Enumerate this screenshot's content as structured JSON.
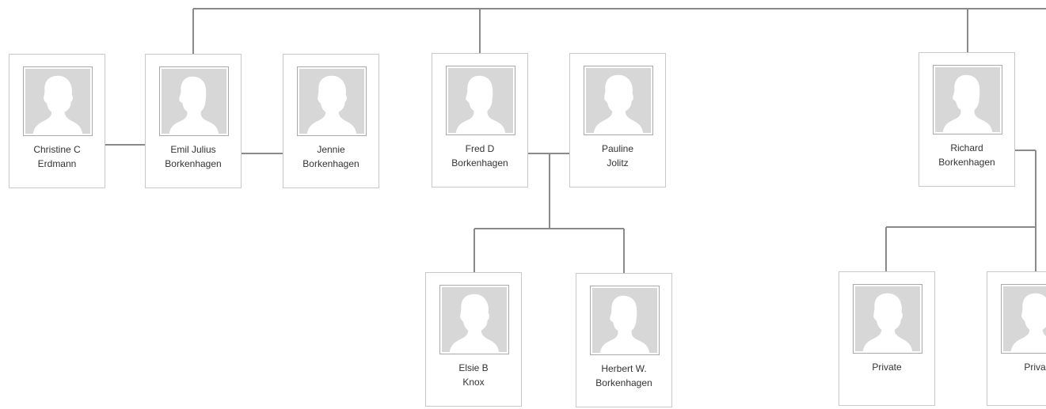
{
  "people": {
    "christine": {
      "line1": "Christine C",
      "line2": "Erdmann",
      "icon": "silhouette-female-icon"
    },
    "emil": {
      "line1": "Emil Julius",
      "line2": "Borkenhagen",
      "icon": "silhouette-male-icon"
    },
    "jennie": {
      "line1": "Jennie",
      "line2": "Borkenhagen",
      "icon": "silhouette-female-icon"
    },
    "fred": {
      "line1": "Fred D",
      "line2": "Borkenhagen",
      "icon": "silhouette-male-icon"
    },
    "pauline": {
      "line1": "Pauline",
      "line2": "Jolitz",
      "icon": "silhouette-female-icon"
    },
    "richard": {
      "line1": "Richard",
      "line2": "Borkenhagen",
      "icon": "silhouette-male-icon"
    },
    "elsie": {
      "line1": "Elsie B",
      "line2": "Knox",
      "icon": "silhouette-female-icon"
    },
    "herbert": {
      "line1": "Herbert W.",
      "line2": "Borkenhagen",
      "icon": "silhouette-male-icon"
    },
    "private1": {
      "line1": "Private",
      "line2": "",
      "icon": "silhouette-female-icon"
    },
    "private2": {
      "line1": "Priva",
      "line2": "",
      "icon": "silhouette-female-icon"
    }
  },
  "colors": {
    "connector": "#8a8a8a",
    "card_border": "#c9c9c9",
    "photo_bg": "#d7d7d7",
    "silhouette": "#ffffff"
  }
}
